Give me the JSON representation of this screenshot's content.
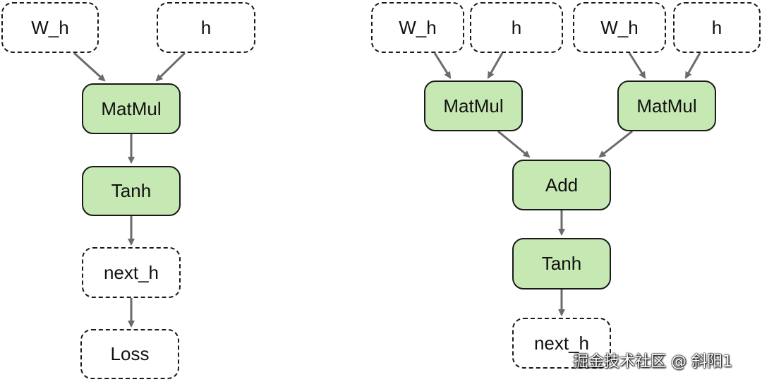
{
  "left_graph": {
    "w_h": "W_h",
    "h": "h",
    "matmul": "MatMul",
    "tanh": "Tanh",
    "next_h": "next_h",
    "loss": "Loss"
  },
  "right_graph": {
    "w_h_1": "W_h",
    "h_1": "h",
    "w_h_2": "W_h",
    "h_2": "h",
    "matmul_1": "MatMul",
    "matmul_2": "MatMul",
    "add": "Add",
    "tanh": "Tanh",
    "next_h": "next_h"
  },
  "watermark": "掘金技术社区 @ 斜阳1",
  "colors": {
    "op_fill": "#c6e8b2",
    "border": "#1a1a1a",
    "arrow": "#6b6b6b"
  }
}
